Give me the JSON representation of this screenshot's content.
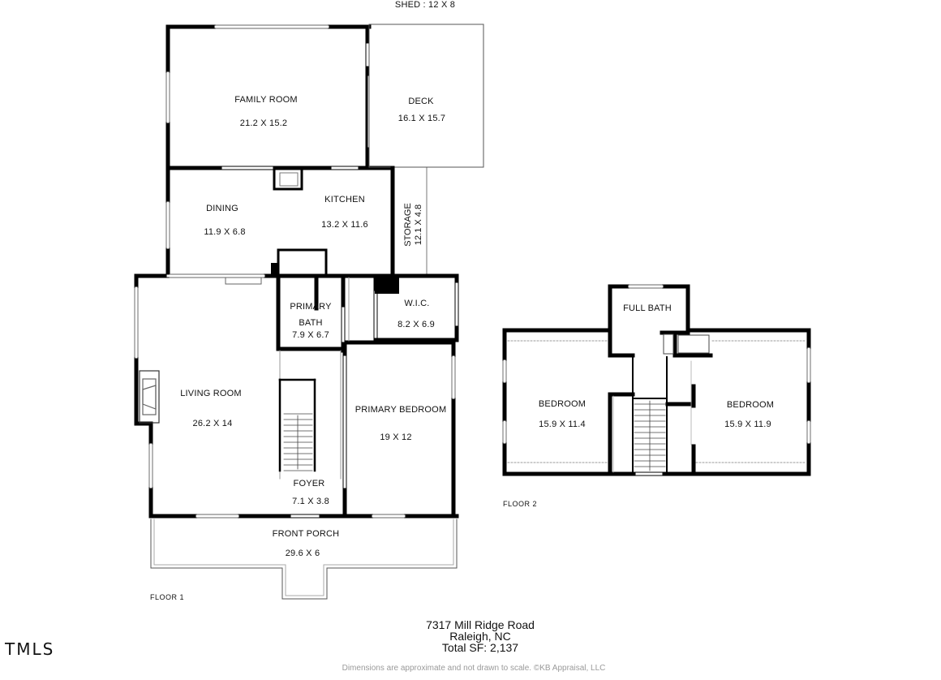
{
  "shed_label": "SHED : 12 X 8",
  "rooms": {
    "family_room": {
      "name": "FAMILY ROOM",
      "dim": "21.2 X 15.2"
    },
    "deck": {
      "name": "DECK",
      "dim": "16.1 X 15.7"
    },
    "dining": {
      "name": "DINING",
      "dim": "11.9 X 6.8"
    },
    "kitchen": {
      "name": "KITCHEN",
      "dim": "13.2 X 11.6"
    },
    "storage": {
      "name": "STORAGE",
      "dim": "12.1 X 4.8"
    },
    "primary_bath": {
      "name_line1": "PRIMARY",
      "name_line2": "BATH",
      "dim": "7.9 X 6.7"
    },
    "wic": {
      "name": "W.I.C.",
      "dim": "8.2 X 6.9"
    },
    "living_room": {
      "name": "LIVING ROOM",
      "dim": "26.2 X 14"
    },
    "primary_bedroom": {
      "name": "PRIMARY BEDROOM",
      "dim": "19 X 12"
    },
    "foyer": {
      "name": "FOYER",
      "dim": "7.1 X 3.8"
    },
    "front_porch": {
      "name": "FRONT PORCH",
      "dim": "29.6 X 6"
    },
    "full_bath": {
      "name": "FULL BATH"
    },
    "bedroom_left": {
      "name": "BEDROOM",
      "dim": "15.9 X 11.4"
    },
    "bedroom_right": {
      "name": "BEDROOM",
      "dim": "15.9 X 11.9"
    }
  },
  "floor1_label": "FLOOR 1",
  "floor2_label": "FLOOR 2",
  "address": {
    "street": "7317 Mill Ridge Road",
    "city": "Raleigh, NC",
    "total": "Total SF: 2,137"
  },
  "disclaimer": "Dimensions are approximate and not drawn to scale. ©KB Appraisal, LLC",
  "logo_text": "TMLS"
}
